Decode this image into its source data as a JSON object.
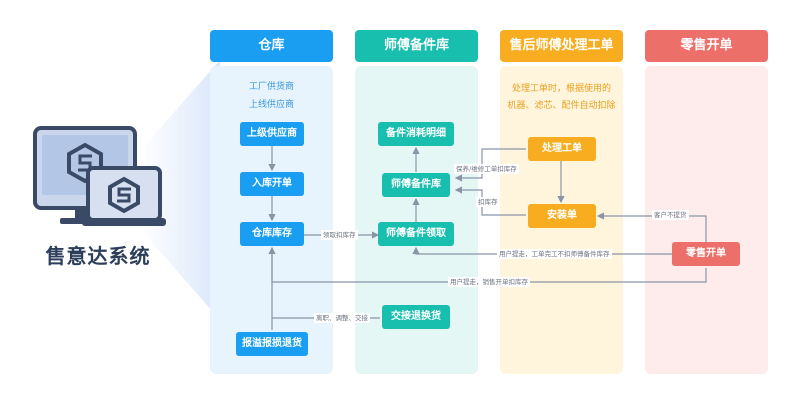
{
  "brand": {
    "name": "售意达系统"
  },
  "columns": [
    {
      "title": "仓库",
      "color": "#1a9ef1"
    },
    {
      "title": "师傅备件库",
      "color": "#19bfae"
    },
    {
      "title": "售后师傅处理工单",
      "color": "#f8ad21"
    },
    {
      "title": "零售开单",
      "color": "#ec6f6a"
    }
  ],
  "warehouse": {
    "note_line1": "工厂供货商",
    "note_line2": "上线供应商",
    "boxes": [
      "上级供应商",
      "入库开单",
      "仓库库存",
      "报溢报损退货"
    ]
  },
  "tech_stock": {
    "boxes": [
      "备件消耗明细",
      "师傅备件库",
      "师傅备件领取",
      "交接退换货"
    ]
  },
  "service": {
    "note_line1": "处理工单时，根据使用的",
    "note_line2": "机器、滤芯、配件自动扣除",
    "boxes": [
      "处理工单",
      "安装单"
    ]
  },
  "retail": {
    "boxes": [
      "零售开单"
    ]
  },
  "labels": {
    "pickup_deduct": "领取扣库存",
    "warranty_deduct": "保养/维修工单扣库存",
    "deduct": "扣库存",
    "customer_no_install": "客户不提货",
    "user_pickup_tech": "用户提走，工单完工不扣师傅备件库存",
    "user_pickup_sale": "用户提走，销售开单扣库存",
    "handover": "离职、调整、交接"
  },
  "colors": {
    "line": "#8a94a6",
    "warehouse_bg": "#e7f4fd",
    "tech_bg": "#e4f7f5",
    "service_bg": "#fff4dc",
    "retail_bg": "#fdeceb"
  }
}
